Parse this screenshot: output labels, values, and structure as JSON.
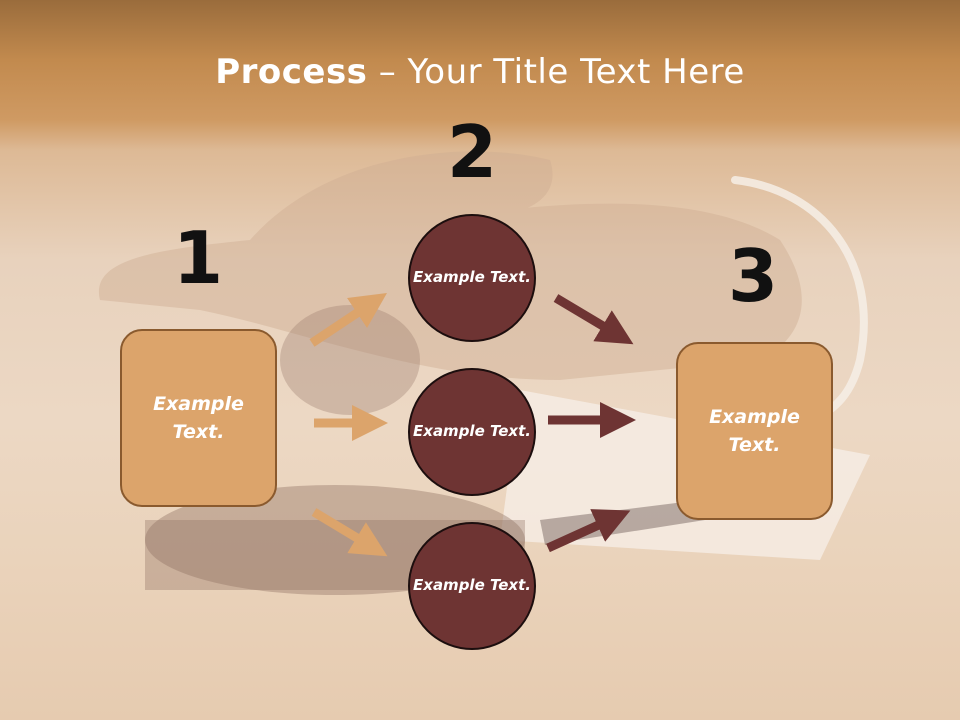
{
  "title": {
    "bold": "Process",
    "rest": " – Your Title Text Here"
  },
  "steps": [
    {
      "number": "1",
      "text": "Example Text."
    },
    {
      "number": "2",
      "text": "Example Text."
    },
    {
      "number": "3",
      "text": "Example Text."
    }
  ],
  "circles": [
    {
      "text": "Example Text."
    },
    {
      "text": "Example Text."
    },
    {
      "text": "Example Text."
    }
  ],
  "colors": {
    "left_arrow": "#dca46b",
    "right_arrow": "#6e3433",
    "box_fill": "#dca46b",
    "circle_fill": "#6e3433"
  }
}
